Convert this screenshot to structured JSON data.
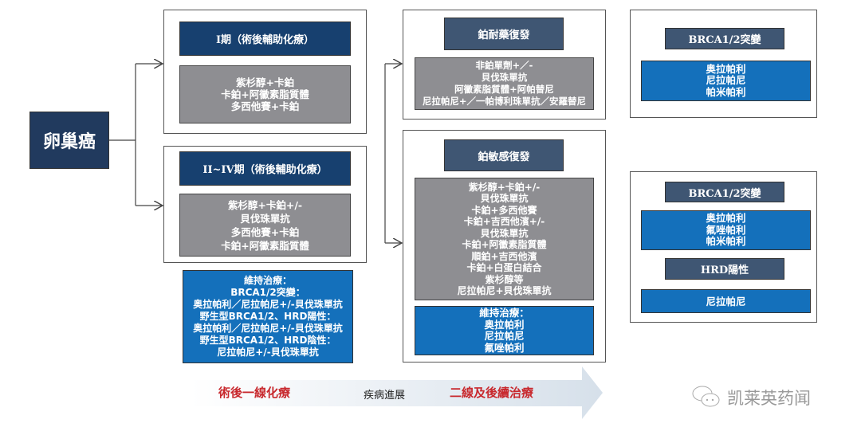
{
  "root": "卵巢癌",
  "stage1": {
    "title": "I期（術後輔助化療）",
    "lines": [
      "紫杉醇+卡鉑",
      "卡鉑+阿黴素脂質體",
      "多西他賽+卡鉑"
    ]
  },
  "stage2": {
    "title": "II~IV期（術後輔助化療）",
    "lines": [
      "紫杉醇+卡鉑+/-",
      "貝伐珠單抗",
      "多西他賽+卡鉑",
      "卡鉑+阿黴素脂質體"
    ]
  },
  "maint1": {
    "lines": [
      "維持治療：",
      "BRCA1/2突變：",
      "奥拉帕利／尼拉帕尼+/-貝伐珠單抗",
      "野生型BRCA1/2、HRD陽性：",
      "奥拉帕利／尼拉帕尼+/-貝伐珠單抗",
      "野生型BRCA1/2、HRD陰性：",
      "尼拉帕尼+/-貝伐珠單抗"
    ]
  },
  "resistant": {
    "title": "鉑耐藥復發",
    "lines": [
      "非鉑單劑+／-",
      "貝伐珠單抗",
      "阿黴素脂質體+阿帕替尼",
      "尼拉帕尼+／一帕博利珠單抗／安羅替尼"
    ]
  },
  "sensitive": {
    "title": "鉑敏感復發",
    "lines": [
      "紫杉醇+卡鉑+/-",
      "貝伐珠單抗",
      "卡鉑+多西他賽",
      "卡鉑+吉西他濱+/-",
      "貝伐珠單抗",
      "卡鉑+阿黴素脂質體",
      "順鉑+吉西他濱",
      "卡鉑+白蛋白結合",
      "紫杉醇等",
      "尼拉帕尼+貝伐珠單抗"
    ],
    "maint": [
      "維持治療：",
      "奥拉帕利",
      "尼拉帕尼",
      "氟唑帕利"
    ]
  },
  "right1": {
    "title": "BRCA1/2突變",
    "lines": [
      "奥拉帕利",
      "尼拉帕尼",
      "帕米帕利"
    ]
  },
  "right2": {
    "title": "BRCA1/2突變",
    "lines": [
      "奥拉帕利",
      "氟唑帕利",
      "帕米帕利"
    ],
    "hrd_title": "HRD陽性",
    "hrd_lines": [
      "尼拉帕尼"
    ]
  },
  "arrow": {
    "first": "術後一線化療",
    "middle": "疾病進展",
    "second": "二線及後續治療"
  },
  "watermark": "凯莱英药闻",
  "colors": {
    "navy": "#17406f",
    "slate": "#3f5673",
    "gray": "#8e8e92",
    "blue": "#1470bb",
    "red": "#c8282d"
  }
}
